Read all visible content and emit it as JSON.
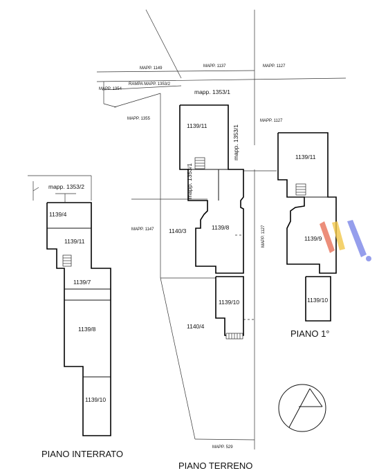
{
  "mapp_labels": {
    "m1149": "MAPP. 1149",
    "m1137": "MAPP. 1137",
    "m1127a": "MAPP. 1127",
    "m1354": "MAPP. 1354",
    "rampa": "RAMPA MAPP. 1353/2",
    "m1353_1": "mapp. 1353/1",
    "m1355": "MAPP. 1355",
    "m1127b": "MAPP. 1127",
    "m1147": "MAPP. 1147",
    "m1127c": "MAPP. 1127",
    "m529": "MAPP. 529",
    "m1353_1_vert_a": "mapp. 1353/1",
    "m1353_1_vert_b": "mapp. 1353/1",
    "m1353_2": "mapp. 1353/2"
  },
  "rooms": {
    "interrato": {
      "r1139_4": "1139/4",
      "r1139_11": "1139/11",
      "r1139_7": "1139/7",
      "r1139_8": "1139/8",
      "r1139_10": "1139/10"
    },
    "terreno": {
      "r1139_11": "1139/11",
      "r1140_3": "1140/3",
      "r1139_8": "1139/8",
      "r1139_10": "1139/10",
      "r1140_4": "1140/4"
    },
    "primo": {
      "r1139_11": "1139/11",
      "r1139_9": "1139/9",
      "r1139_10": "1139/10"
    }
  },
  "floor_titles": {
    "interrato": "PIANO INTERRATO",
    "terreno": "PIANO TERRENO",
    "primo": "PIANO 1°"
  },
  "colors": {
    "line": "#111111",
    "watermark_red": "#e8735a",
    "watermark_yellow": "#f2c84b",
    "watermark_blue": "#7b86e8"
  },
  "icons": {
    "north_arrow": "north-arrow-icon",
    "watermark": "watermark-logo-icon"
  }
}
